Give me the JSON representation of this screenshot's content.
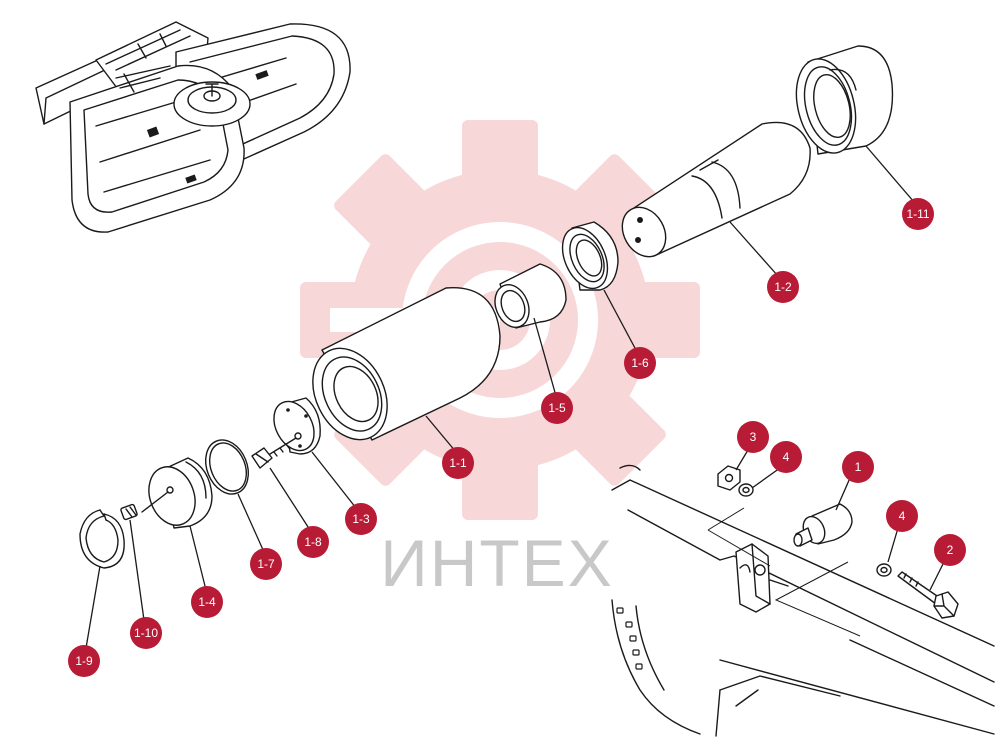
{
  "watermark": {
    "text": "ИНТЕХ",
    "color": "#f6cccc"
  },
  "accent_color": "#b81b35",
  "callouts": [
    {
      "id": "1-1",
      "label": "1-1"
    },
    {
      "id": "1-2",
      "label": "1-2"
    },
    {
      "id": "1-3",
      "label": "1-3"
    },
    {
      "id": "1-4",
      "label": "1-4"
    },
    {
      "id": "1-5",
      "label": "1-5"
    },
    {
      "id": "1-6",
      "label": "1-6"
    },
    {
      "id": "1-7",
      "label": "1-7"
    },
    {
      "id": "1-8",
      "label": "1-8"
    },
    {
      "id": "1-9",
      "label": "1-9"
    },
    {
      "id": "1-10",
      "label": "1-10"
    },
    {
      "id": "1-11",
      "label": "1-11"
    },
    {
      "id": "1",
      "label": "1"
    },
    {
      "id": "2",
      "label": "2"
    },
    {
      "id": "3",
      "label": "3"
    },
    {
      "id": "4a",
      "label": "4"
    },
    {
      "id": "4b",
      "label": "4"
    }
  ]
}
